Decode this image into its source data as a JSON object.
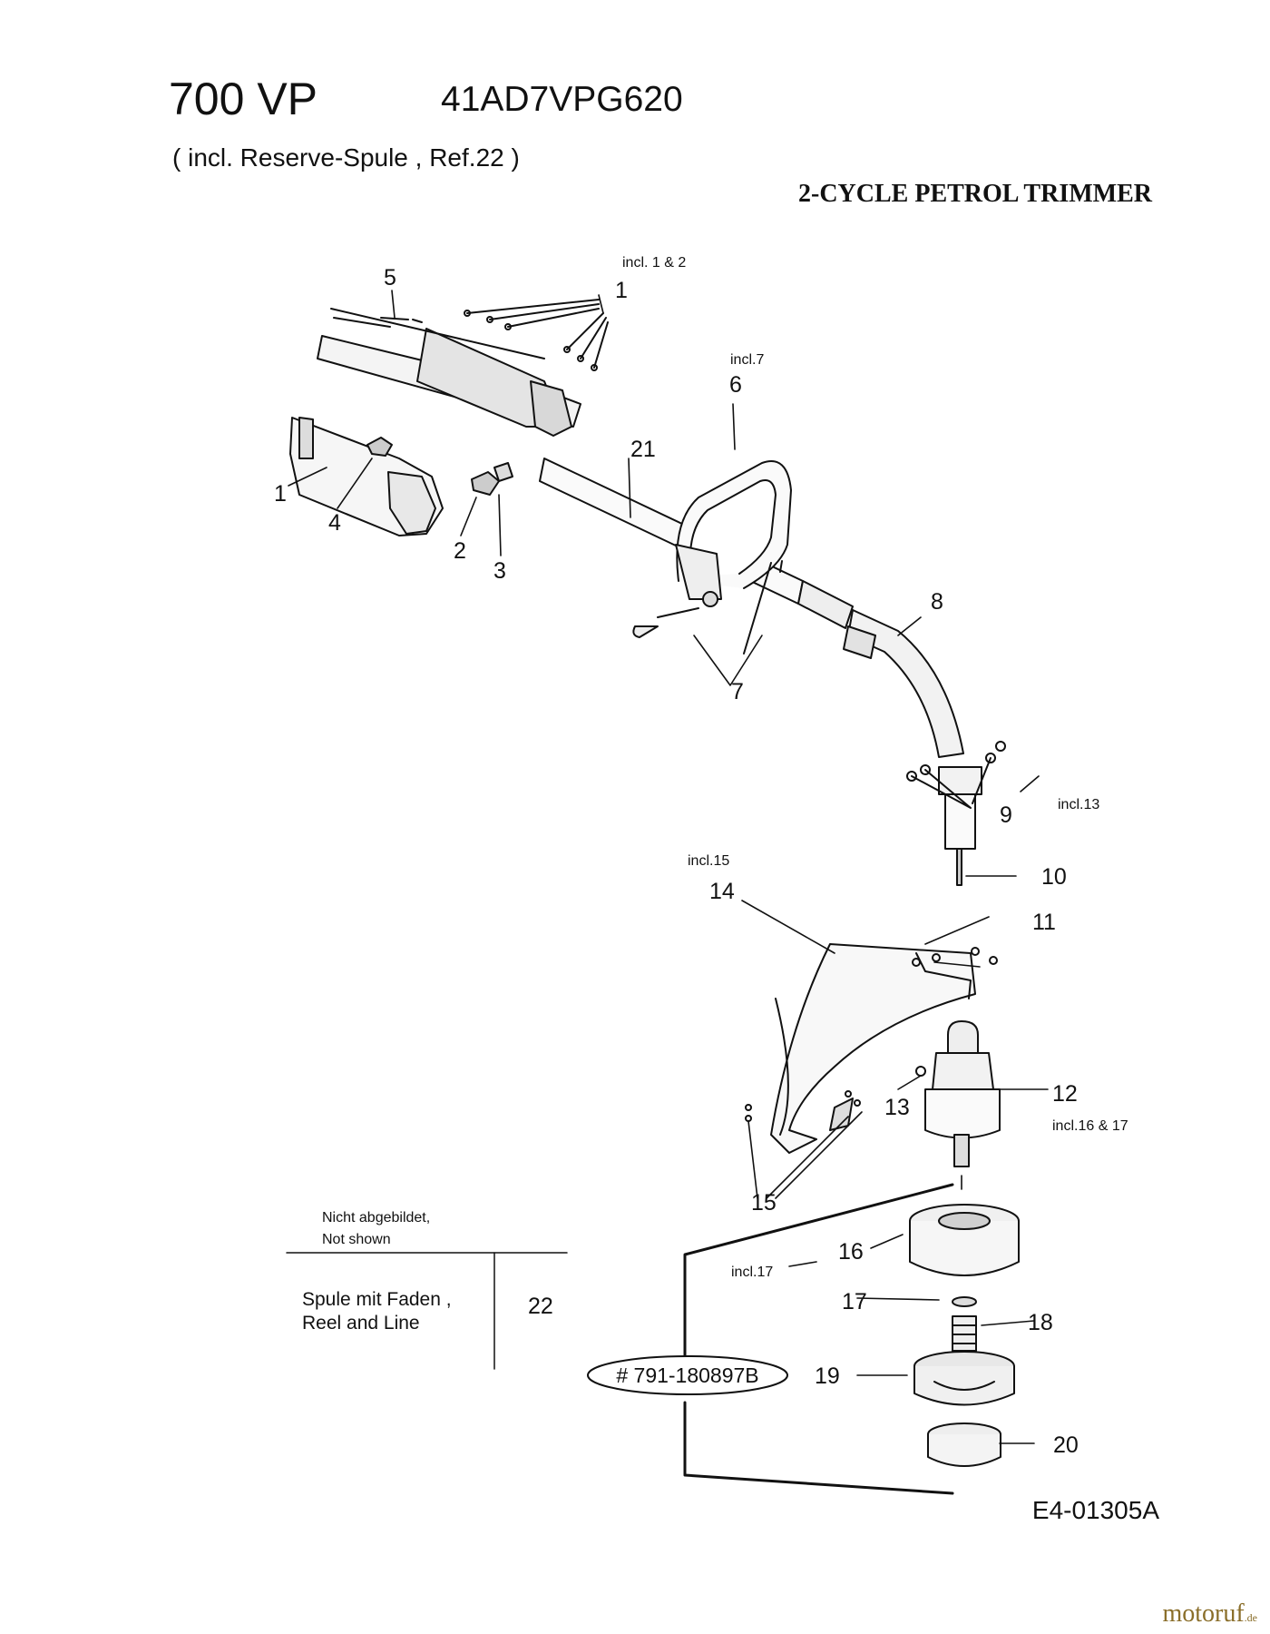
{
  "header": {
    "model": "700 VP",
    "model_code": "41AD7VPG620",
    "subtitle": "( incl. Reserve-Spule , Ref.22 )",
    "product_type": "2-CYCLE PETROL TRIMMER"
  },
  "callouts": {
    "p1_top": "1",
    "p1_left": "1",
    "p2": "2",
    "p3": "3",
    "p4": "4",
    "p5": "5",
    "p6": "6",
    "p7": "7",
    "p8": "8",
    "p9": "9",
    "p10": "10",
    "p11": "11",
    "p12": "12",
    "p13": "13",
    "p14": "14",
    "p15": "15",
    "p16": "16",
    "p17": "17",
    "p18": "18",
    "p19": "19",
    "p20": "20",
    "p21": "21"
  },
  "notes": {
    "incl_1_2": "incl. 1 & 2",
    "incl_7": "incl.7",
    "incl_13": "incl.13",
    "incl_15": "incl.15",
    "incl_16_17": "incl.16 & 17",
    "incl_17": "incl.17"
  },
  "not_shown": {
    "heading_de": "Nicht abgebildet,",
    "heading_en": "Not shown",
    "item_de": "Spule mit Faden ,",
    "item_en": "Reel and Line",
    "ref": "22"
  },
  "kit_label": "# 791-180897B",
  "drawing_ref": "E4-01305A",
  "watermark": {
    "name": "motoruf",
    "suffix": ".de",
    "color": "#8a6e2a"
  }
}
